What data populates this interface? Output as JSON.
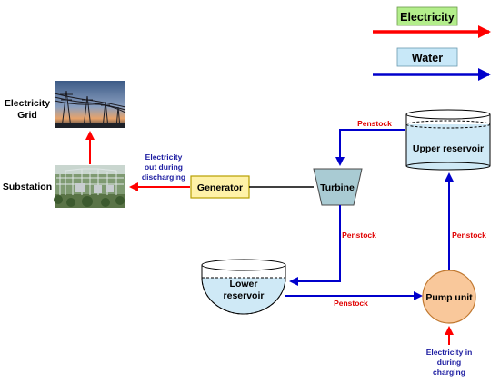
{
  "legend": {
    "electricity": "Electricity",
    "water": "Water",
    "electricity_color": "#ff0000",
    "water_color": "#0000cc"
  },
  "nodes": {
    "grid": "Electricity Grid",
    "substation": "Substation",
    "generator": "Generator",
    "turbine": "Turbine",
    "upper_reservoir": "Upper reservoir",
    "lower_reservoir_1": "Lower",
    "lower_reservoir_2": "reservoir",
    "pump_unit": "Pump unit"
  },
  "labels": {
    "electricity_out_1": "Electricity",
    "electricity_out_2": "out during",
    "electricity_out_3": "discharging",
    "electricity_in_1": "Electricity in",
    "electricity_in_2": "during",
    "electricity_in_3": "charging",
    "penstock": "Penstock"
  },
  "colors": {
    "generator_fill": "#fff2a8",
    "generator_stroke": "#b8a000",
    "turbine_fill": "#a9cbd3",
    "reservoir_water": "#cfe9f6",
    "pump_fill": "#f9c89b",
    "pump_stroke": "#c07830",
    "legend_electricity_fill": "#b3ee8b",
    "legend_water_fill": "#c8e8f8",
    "penstock_text": "#e00000",
    "label_blue": "#1a1aa0"
  }
}
